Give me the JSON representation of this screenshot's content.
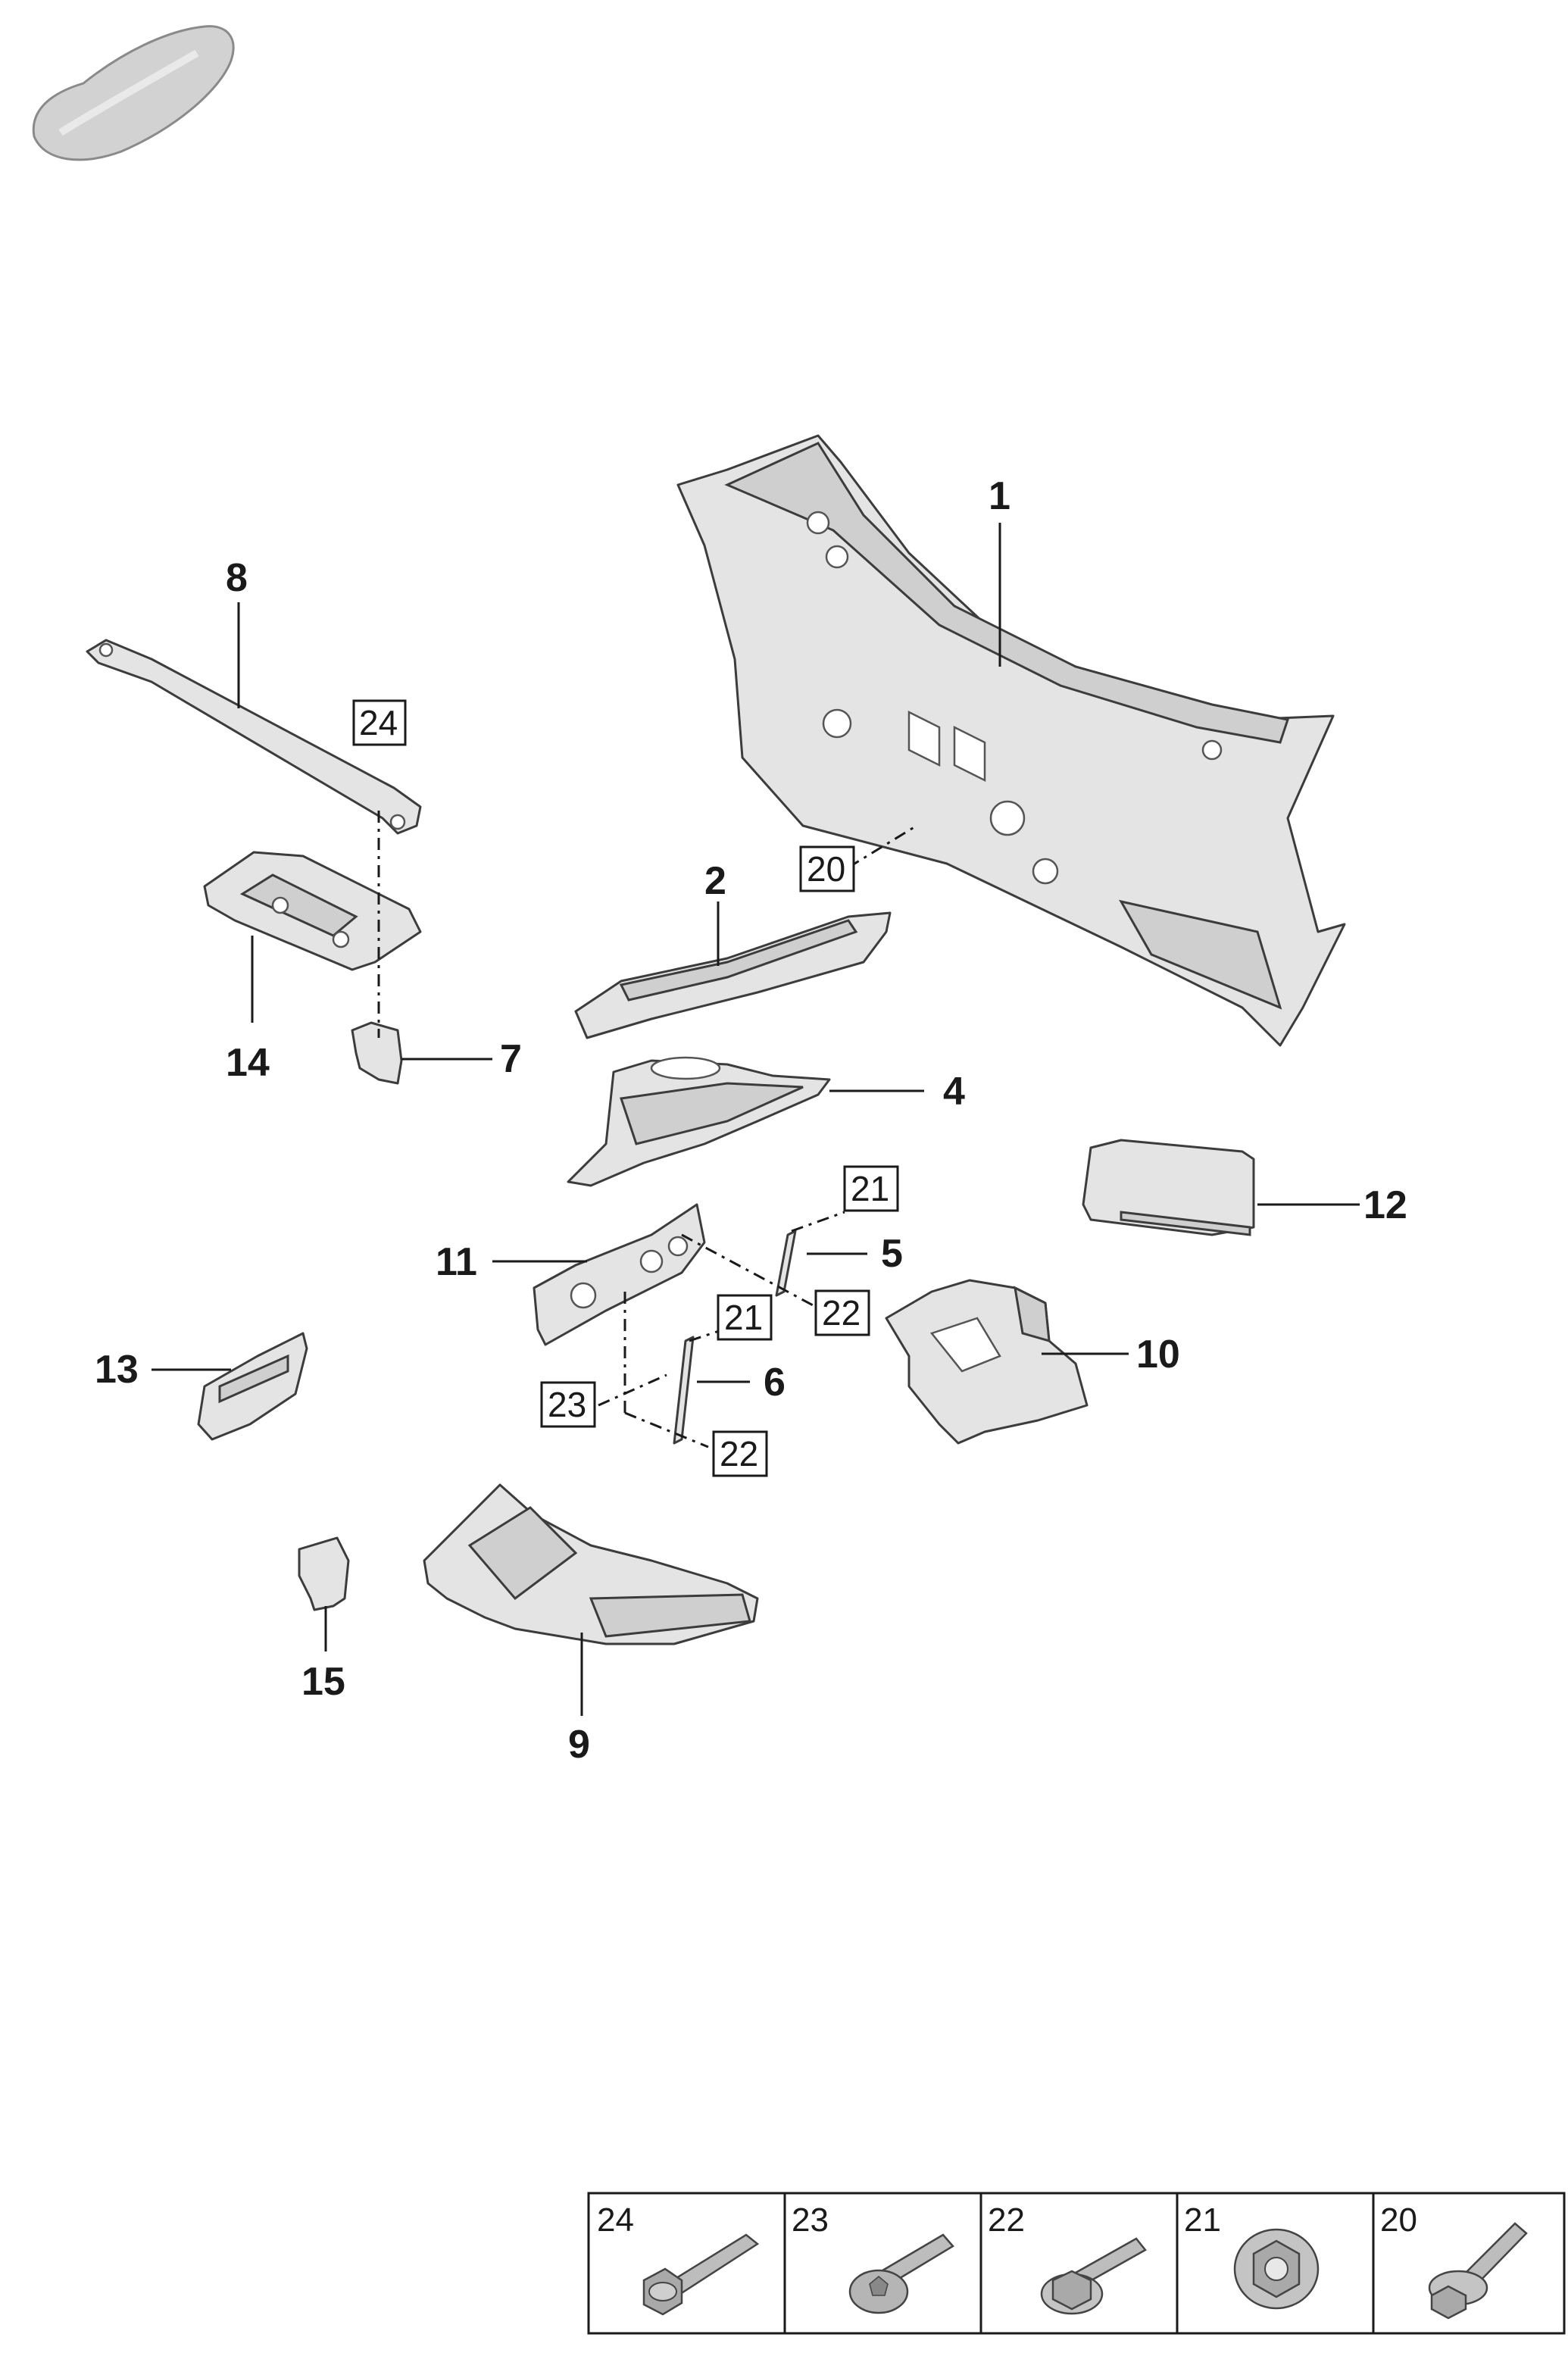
{
  "callouts": {
    "c1": "1",
    "c2": "2",
    "c4": "4",
    "c5": "5",
    "c6": "6",
    "c7": "7",
    "c8": "8",
    "c9": "9",
    "c10": "10",
    "c11": "11",
    "c12": "12",
    "c13": "13",
    "c14": "14",
    "c15": "15"
  },
  "boxed_refs": {
    "b20": "20",
    "b21a": "21",
    "b21b": "21",
    "b22a": "22",
    "b22b": "22",
    "b23": "23",
    "b24": "24"
  },
  "fastener_table": [
    {
      "number": "24",
      "icon": "bolt-with-shoulder-icon"
    },
    {
      "number": "23",
      "icon": "torx-bolt-icon"
    },
    {
      "number": "22",
      "icon": "hex-flange-bolt-icon"
    },
    {
      "number": "21",
      "icon": "hex-flange-nut-icon"
    },
    {
      "number": "20",
      "icon": "stud-bolt-icon"
    }
  ],
  "vehicle_icon": "car-silhouette-icon"
}
